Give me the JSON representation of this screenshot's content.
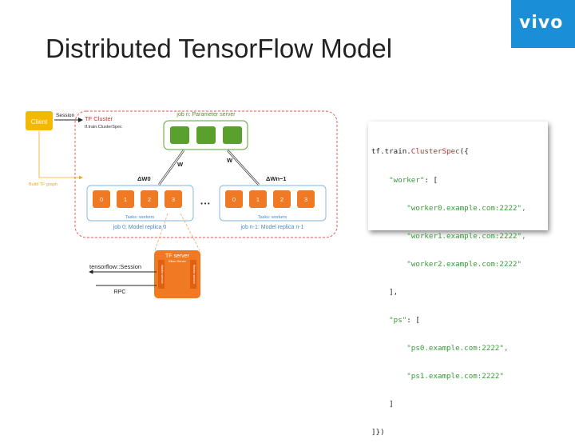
{
  "brand": {
    "logo_text": "vivo",
    "brand_color": "#1a8fd8"
  },
  "slide": {
    "title": "Distributed TensorFlow Model"
  },
  "diagram": {
    "client_label": "Client",
    "session_label": "Session",
    "build_graph_label": "Build TF graph",
    "cluster_title": "TF Cluster",
    "cluster_spec": "tf.train.ClusterSpec",
    "ps_job_label": "job n: Parameter server",
    "w_left": "W",
    "w_right": "W",
    "delta_w0": "ΔW0",
    "delta_wn": "ΔWn−1",
    "ellipsis": "• • •",
    "tasks_left": "Tasks: workers",
    "tasks_right": "Tasks: workers",
    "replica0_label": "job 0:  Model replica 0",
    "replica_n_label": "job n-1:  Model replica n-1",
    "worker_tasks_left": [
      "0",
      "1",
      "2",
      "3"
    ],
    "worker_tasks_right": [
      "0",
      "1",
      "2",
      "3"
    ],
    "server_title": "TF server",
    "server_subtitle": "Eiken Server",
    "server_left_side": "Master service",
    "server_right_side": "Worker service",
    "session_api": "tensorflow::Session",
    "rpc_label": "RPC",
    "colors": {
      "orange": "#f07a24",
      "green": "#5aa02c",
      "client": "#f5b800",
      "cluster_border": "#e05050",
      "replica_border": "#7fb3e0"
    }
  },
  "code": {
    "fn_prefix": "tf.train.",
    "fn_name": "ClusterSpec",
    "fn_open": "({",
    "worker_key": "\"worker\"",
    "worker_open": ": [",
    "worker_hosts": [
      "\"worker0.example.com:2222\",",
      "\"worker1.example.com:2222\",",
      "\"worker2.example.com:2222\""
    ],
    "worker_close": "],",
    "ps_key": "\"ps\"",
    "ps_open": ": [",
    "ps_hosts": [
      "\"ps0.example.com:2222\",",
      "\"ps1.example.com:2222\""
    ],
    "ps_close": "]",
    "fn_close": "]})"
  }
}
